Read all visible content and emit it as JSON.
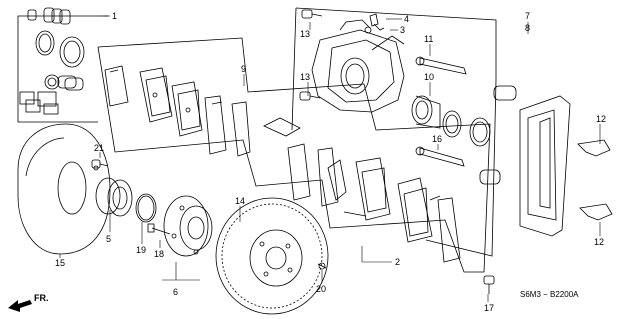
{
  "diagram": {
    "code": "S6M3 − B2200A",
    "direction": "FR.",
    "callouts": {
      "c1": "1",
      "c2": "2",
      "c3": "3",
      "c4": "4",
      "c5": "5",
      "c6": "6",
      "c7": "7",
      "c8": "8",
      "c9": "9",
      "c10": "10",
      "c11": "11",
      "c12a": "12",
      "c12b": "12",
      "c13a": "13",
      "c13b": "13",
      "c14": "14",
      "c15": "15",
      "c16": "16",
      "c17": "17",
      "c18": "18",
      "c19": "19",
      "c20": "20",
      "c21": "21"
    }
  }
}
